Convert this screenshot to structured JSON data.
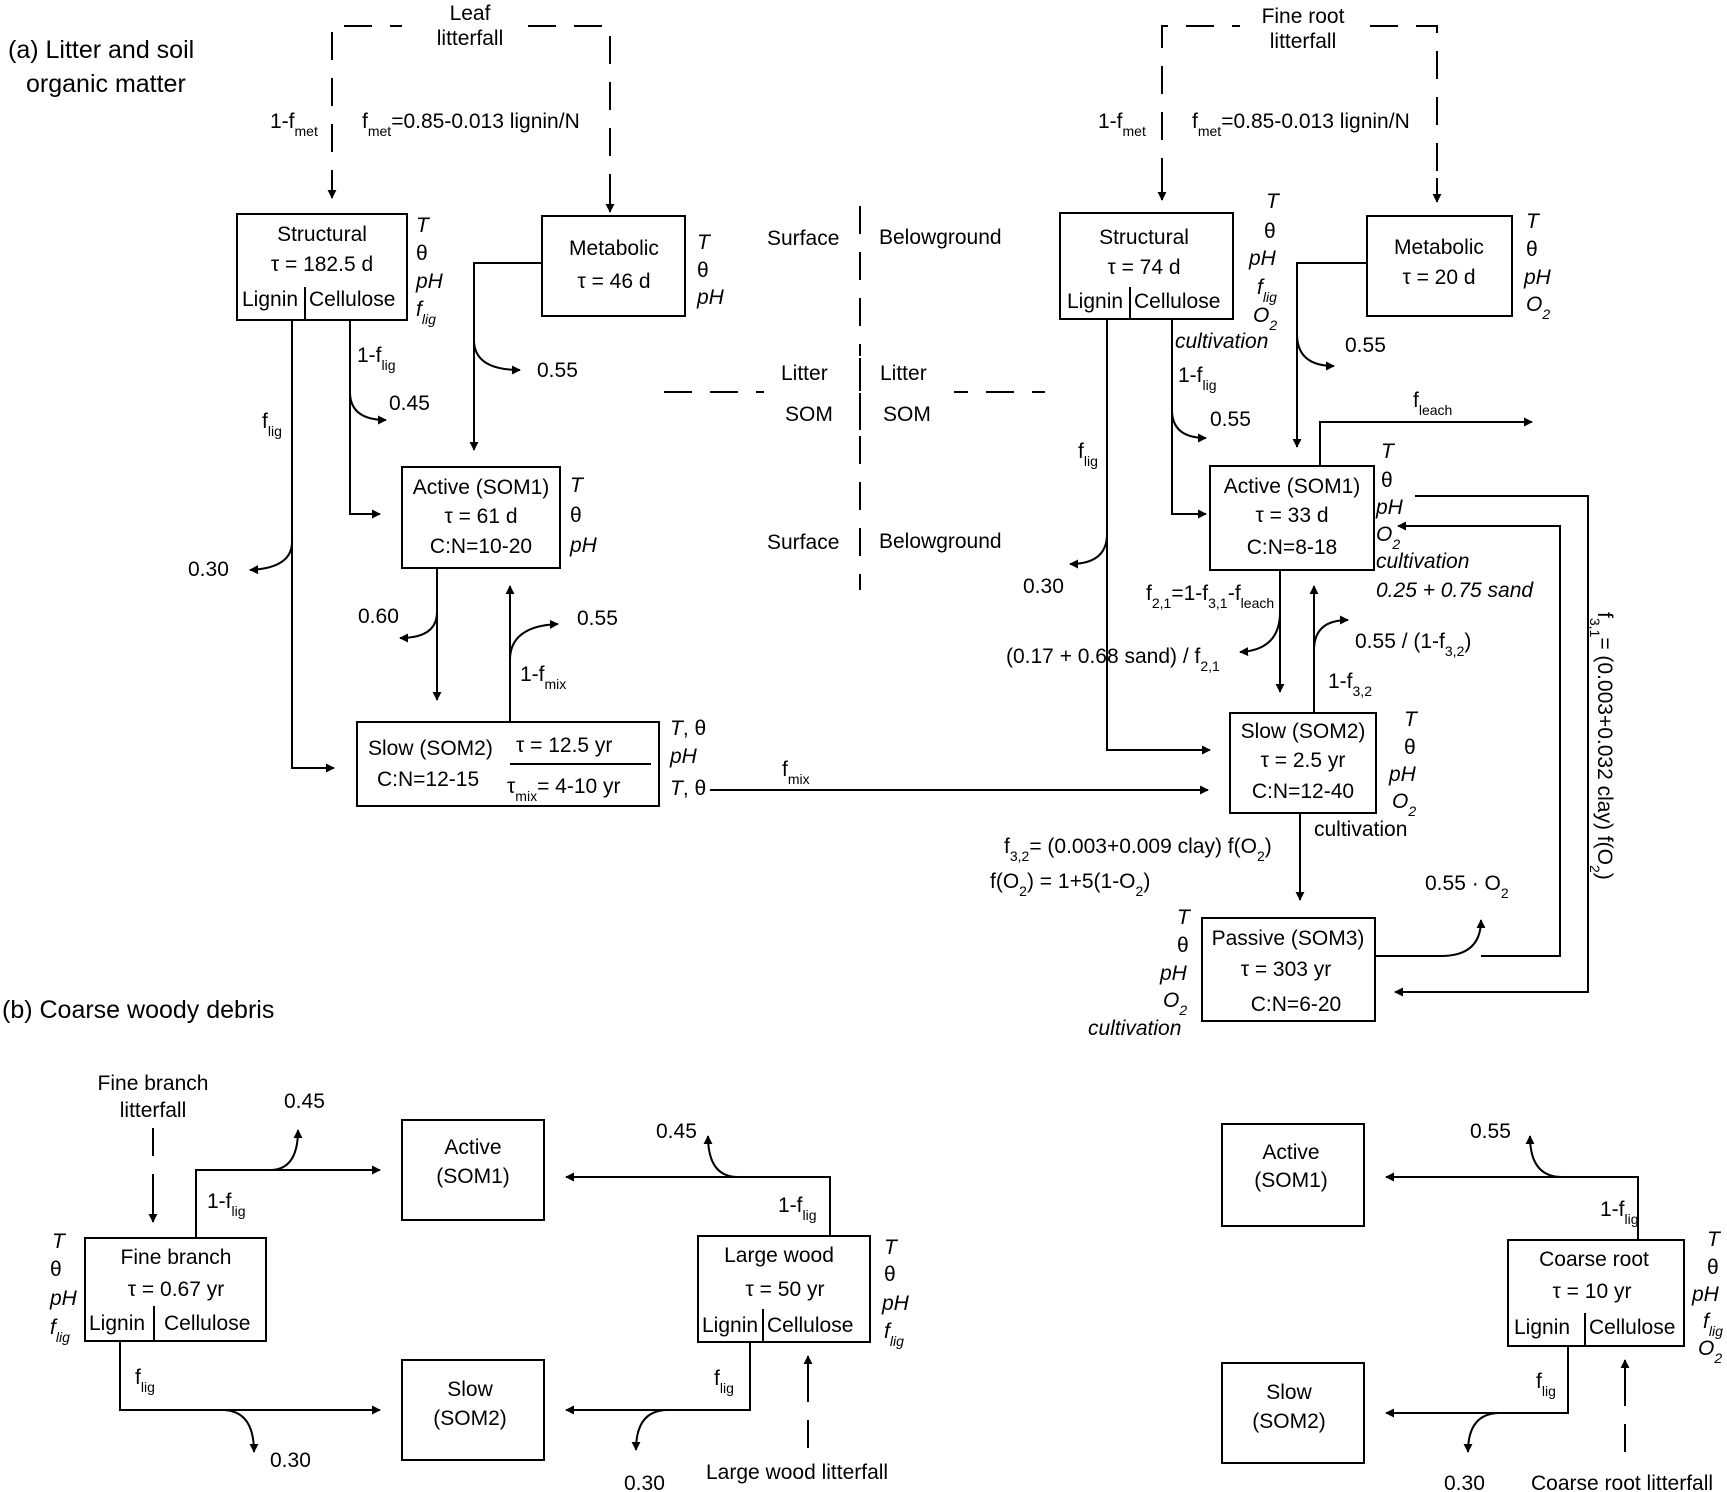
{
  "sections": {
    "a_line1": "(a) Litter and soil",
    "a_line2": "organic matter",
    "b": "(b) Coarse woody debris"
  },
  "inputs": {
    "leaf_litterfall": [
      "Leaf",
      "litterfall"
    ],
    "fine_root_litterfall": [
      "Fine root",
      "litterfall"
    ],
    "fine_branch_litterfall": [
      "Fine branch",
      "litterfall"
    ],
    "large_wood_litterfall": "Large wood litterfall",
    "coarse_root_litterfall": "Coarse root litterfall",
    "one_minus_fmet": "1-f_met",
    "fmet_formula": "f_met=0.85-0.013 lignin/N"
  },
  "regions": {
    "surface": "Surface",
    "belowground": "Belowground",
    "litter": "Litter",
    "som": "SOM"
  },
  "pools": {
    "surf_structural": {
      "name": "Structural",
      "tau": "τ = 182.5 d",
      "lignin": "Lignin",
      "cellulose": "Cellulose",
      "controls": [
        "T",
        "θ",
        "pH",
        "f_lig"
      ]
    },
    "surf_metabolic": {
      "name": "Metabolic",
      "tau": "τ = 46 d",
      "controls": [
        "T",
        "θ",
        "pH"
      ]
    },
    "surf_active": {
      "name": "Active (SOM1)",
      "tau": "τ = 61 d",
      "cn": "C:N=10-20",
      "controls": [
        "T",
        "θ",
        "pH"
      ]
    },
    "surf_slow": {
      "name": "Slow (SOM2)",
      "cn": "C:N=12-15",
      "tau": "τ = 12.5 yr",
      "tau_mix": "τ_mix= 4-10 yr",
      "controls_top": "T, θ",
      "controls_mid": "pH",
      "controls_bot": "T, θ"
    },
    "bg_structural": {
      "name": "Structural",
      "tau": "τ = 74 d",
      "lignin": "Lignin",
      "cellulose": "Cellulose",
      "controls": [
        "T",
        "θ",
        "pH",
        "f_lig",
        "O_2"
      ],
      "extra": "cultivation"
    },
    "bg_metabolic": {
      "name": "Metabolic",
      "tau": "τ = 20 d",
      "controls": [
        "T",
        "θ",
        "pH",
        "O_2"
      ]
    },
    "bg_active": {
      "name": "Active (SOM1)",
      "tau": "τ = 33 d",
      "cn": "C:N=8-18",
      "controls": [
        "T",
        "θ",
        "pH",
        "O_2"
      ],
      "extra1": "cultivation",
      "extra2": "0.25 + 0.75 sand"
    },
    "bg_slow": {
      "name": "Slow (SOM2)",
      "tau": "τ = 2.5 yr",
      "cn": "C:N=12-40",
      "controls": [
        "T",
        "θ",
        "pH",
        "O_2"
      ],
      "extra": "cultivation"
    },
    "bg_passive": {
      "name": "Passive (SOM3)",
      "tau": "τ = 303 yr",
      "cn": "C:N=6-20",
      "controls": [
        "T",
        "θ",
        "pH",
        "O_2"
      ],
      "extra": "cultivation"
    },
    "fine_branch": {
      "name": "Fine branch",
      "tau": "τ = 0.67 yr",
      "lignin": "Lignin",
      "cellulose": "Cellulose",
      "controls": [
        "T",
        "θ",
        "pH",
        "f_lig"
      ]
    },
    "large_wood": {
      "name": "Large wood",
      "tau": "τ = 50 yr",
      "lignin": "Lignin",
      "cellulose": "Cellulose",
      "controls": [
        "T",
        "θ",
        "pH",
        "f_lig"
      ]
    },
    "coarse_root": {
      "name": "Coarse root",
      "tau": "τ = 10 yr",
      "lignin": "Lignin",
      "cellulose": "Cellulose",
      "controls": [
        "T",
        "θ",
        "pH",
        "f_lig",
        "O_2"
      ]
    },
    "cwd_active_left": [
      "Active",
      "(SOM1)"
    ],
    "cwd_slow_left": [
      "Slow",
      "(SOM2)"
    ],
    "cwd_active_right": [
      "Active",
      "(SOM1)"
    ],
    "cwd_slow_right": [
      "Slow",
      "(SOM2)"
    ]
  },
  "flows": {
    "one_minus_flig": "1-f_lig",
    "flig": "f_lig",
    "fmix": "f_mix",
    "one_minus_fmix": "1-f_mix",
    "fleach": "f_leach",
    "one_minus_f32": "1-f_3,2",
    "f21": "f_2,1=1-f_3,1-f_leach",
    "f21_resp": "(0.17 + 0.68 sand) / f_2,1",
    "slow_resp_bg": "0.55 / (1-f_3,2)",
    "f32": "f_3,2= (0.003+0.009 clay) f(O_2)",
    "fO2": "f(O_2) = 1+5(1-O_2)",
    "passive_resp": "0.55 · O_2",
    "f31": "f_3,1= (0.003+0.032 clay) f(O_2)",
    "r_045": "0.45",
    "r_055": "0.55",
    "r_030": "0.30",
    "r_060": "0.60"
  }
}
